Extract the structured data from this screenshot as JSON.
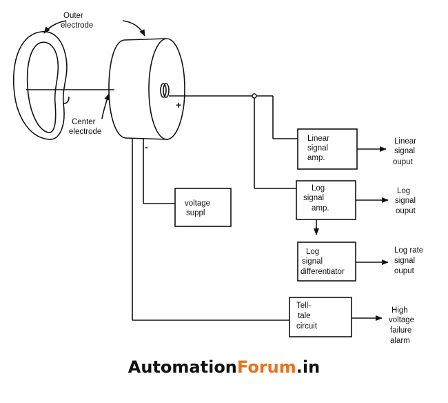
{
  "labels": {
    "outer_electrode": [
      "Outer",
      "electrode"
    ],
    "center_electrode": [
      "Center",
      "electrode"
    ],
    "plus_sign": "+",
    "minus_sign": "-"
  },
  "blocks": {
    "voltage_supply": [
      "voltage",
      "suppl"
    ],
    "linear_amp": [
      "Linear",
      "signal",
      "amp."
    ],
    "log_amp": [
      "Log",
      "signal",
      "amp."
    ],
    "log_differentiator": [
      "Log",
      "signal",
      "differentiator"
    ],
    "tell_tale": [
      "Tell-",
      "tale",
      "circuit"
    ]
  },
  "outputs": {
    "linear": [
      "Linear",
      "signal",
      "ouput"
    ],
    "log": [
      "Log",
      "signal",
      "ouput"
    ],
    "log_rate": [
      "Log rate",
      "signal",
      "ouput"
    ],
    "alarm": [
      "High",
      "voltage",
      "failure",
      "alarm"
    ]
  },
  "brand": {
    "part1": "Automation",
    "part2": "Forum",
    "part3": ".in",
    "color_accent": "#e8721c"
  }
}
